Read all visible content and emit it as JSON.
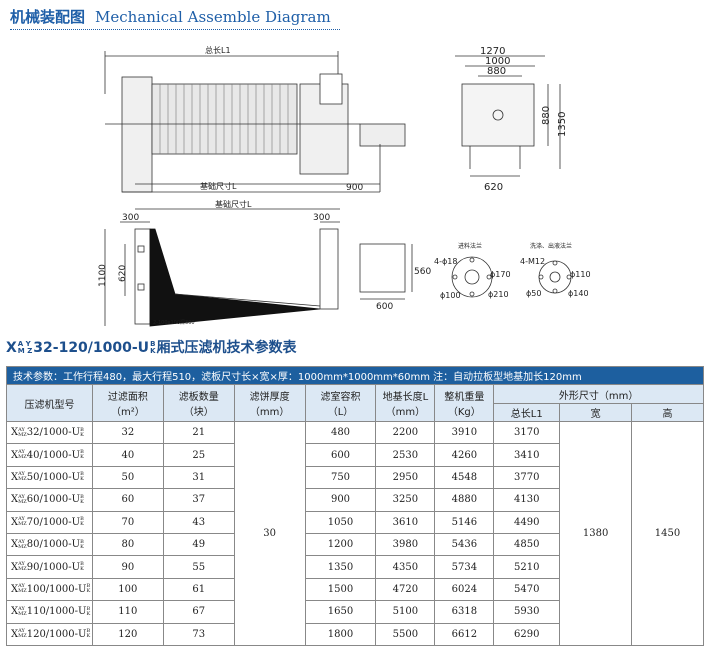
{
  "header": {
    "title_cn": "机械装配图",
    "title_en": "Mechanical Assemble Diagram"
  },
  "diagram": {
    "total_len": "总长L1",
    "base_len": "基础尺寸L",
    "dim_900": "900",
    "dim_1270": "1270",
    "dim_1000": "1000",
    "dim_880": "880",
    "dim_880v": "880",
    "dim_1350": "1350",
    "dim_620": "620",
    "found_300a": "300",
    "found_300b": "300",
    "found_1100": "1100",
    "found_620": "620",
    "found_base": "基础尺寸L",
    "found_note": "2-100x100深300",
    "box_560": "560",
    "box_600": "600",
    "flange1_title": "进料法兰",
    "flange1_a": "4-ϕ18",
    "flange1_b": "ϕ170",
    "flange1_c": "ϕ100",
    "flange1_d": "ϕ210",
    "flange2_title": "洗涤、出液法兰",
    "flange2_a": "4-M12",
    "flange2_b": "ϕ110",
    "flange2_c": "ϕ50",
    "flange2_d": "ϕ140"
  },
  "spec": {
    "title_pre": "X",
    "title_sup1": "A Y",
    "title_sub1": "M Z",
    "title_mid": "32-120/1000-U",
    "title_sup2": "B",
    "title_sub2": "K",
    "title_post": "厢式压滤机技术参数表",
    "params": "技术参数：工作行程480，最大行程510，滤板尺寸长×宽×厚：1000mm*1000mm*60mm    注：自动拉板型地基加长120mm",
    "headers": {
      "model": "压滤机型号",
      "area": "过滤面积",
      "area_u": "（m²）",
      "plates": "滤板数量",
      "plates_u": "（块）",
      "cake": "滤饼厚度",
      "cake_u": "（mm）",
      "vol": "滤室容积",
      "vol_u": "（L）",
      "base": "地基长度L",
      "base_u": "（mm）",
      "weight": "整机重量",
      "weight_u": "（Kg）",
      "dims": "外形尺寸（mm）",
      "len": "总长L1",
      "wid": "宽",
      "hgt": "高"
    },
    "cake_all": "30",
    "width_all": "1380",
    "height_all": "1450",
    "rows": [
      {
        "model": "32/1000-U",
        "area": "32",
        "plates": "21",
        "vol": "480",
        "base": "2200",
        "weight": "3910",
        "len": "3170"
      },
      {
        "model": "40/1000-U",
        "area": "40",
        "plates": "25",
        "vol": "600",
        "base": "2530",
        "weight": "4260",
        "len": "3410"
      },
      {
        "model": "50/1000-U",
        "area": "50",
        "plates": "31",
        "vol": "750",
        "base": "2950",
        "weight": "4548",
        "len": "3770"
      },
      {
        "model": "60/1000-U",
        "area": "60",
        "plates": "37",
        "vol": "900",
        "base": "3250",
        "weight": "4880",
        "len": "4130"
      },
      {
        "model": "70/1000-U",
        "area": "70",
        "plates": "43",
        "vol": "1050",
        "base": "3610",
        "weight": "5146",
        "len": "4490"
      },
      {
        "model": "80/1000-U",
        "area": "80",
        "plates": "49",
        "vol": "1200",
        "base": "3980",
        "weight": "5436",
        "len": "4850"
      },
      {
        "model": "90/1000-U",
        "area": "90",
        "plates": "55",
        "vol": "1350",
        "base": "4350",
        "weight": "5734",
        "len": "5210"
      },
      {
        "model": "100/1000-U",
        "area": "100",
        "plates": "61",
        "vol": "1500",
        "base": "4720",
        "weight": "6024",
        "len": "5470"
      },
      {
        "model": "110/1000-U",
        "area": "110",
        "plates": "67",
        "vol": "1650",
        "base": "5100",
        "weight": "6318",
        "len": "5930"
      },
      {
        "model": "120/1000-U",
        "area": "120",
        "plates": "73",
        "vol": "1800",
        "base": "5500",
        "weight": "6612",
        "len": "6290"
      }
    ]
  }
}
